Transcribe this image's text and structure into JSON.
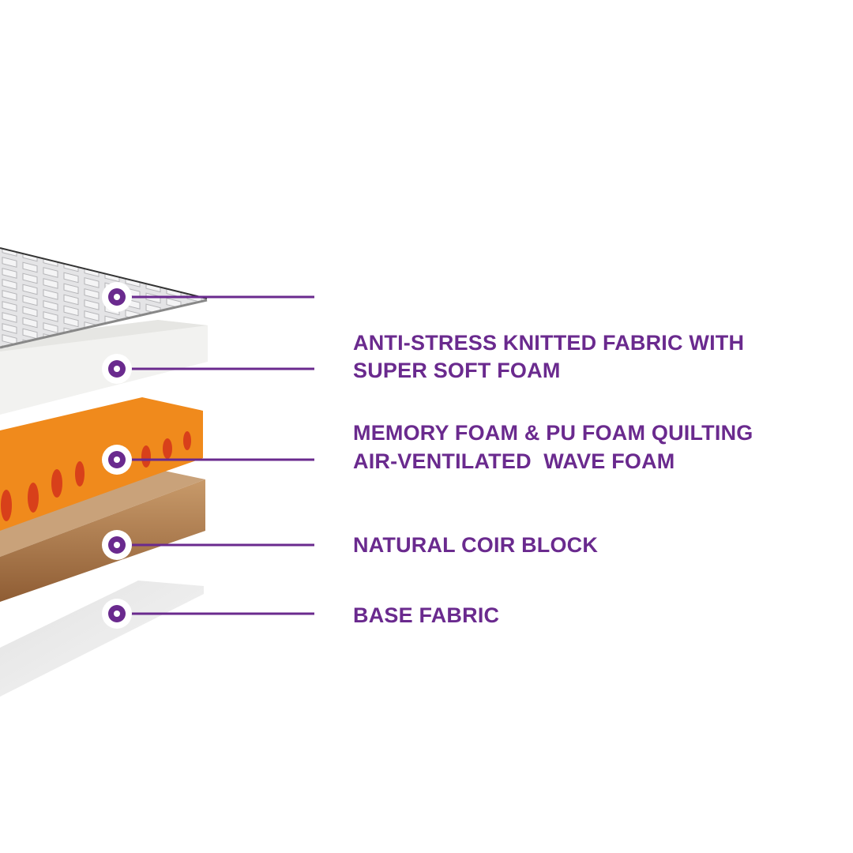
{
  "accent_color": "#6a2a8e",
  "layers": [
    {
      "label_lines": [
        "ANTI-STRESS KNITTED FABRIC WITH",
        "MEMORY FOAM & PU FOAM QUILTING"
      ],
      "icon": "marker-dot-icon"
    },
    {
      "label_lines": [
        "SUPER SOFT FOAM"
      ],
      "icon": "marker-dot-icon"
    },
    {
      "label_lines": [
        "AIR-VENTILATED  WAVE FOAM"
      ],
      "icon": "marker-dot-icon"
    },
    {
      "label_lines": [
        "NATURAL COIR BLOCK"
      ],
      "icon": "marker-dot-icon"
    },
    {
      "label_lines": [
        "BASE FABRIC"
      ],
      "icon": "marker-dot-icon"
    }
  ]
}
